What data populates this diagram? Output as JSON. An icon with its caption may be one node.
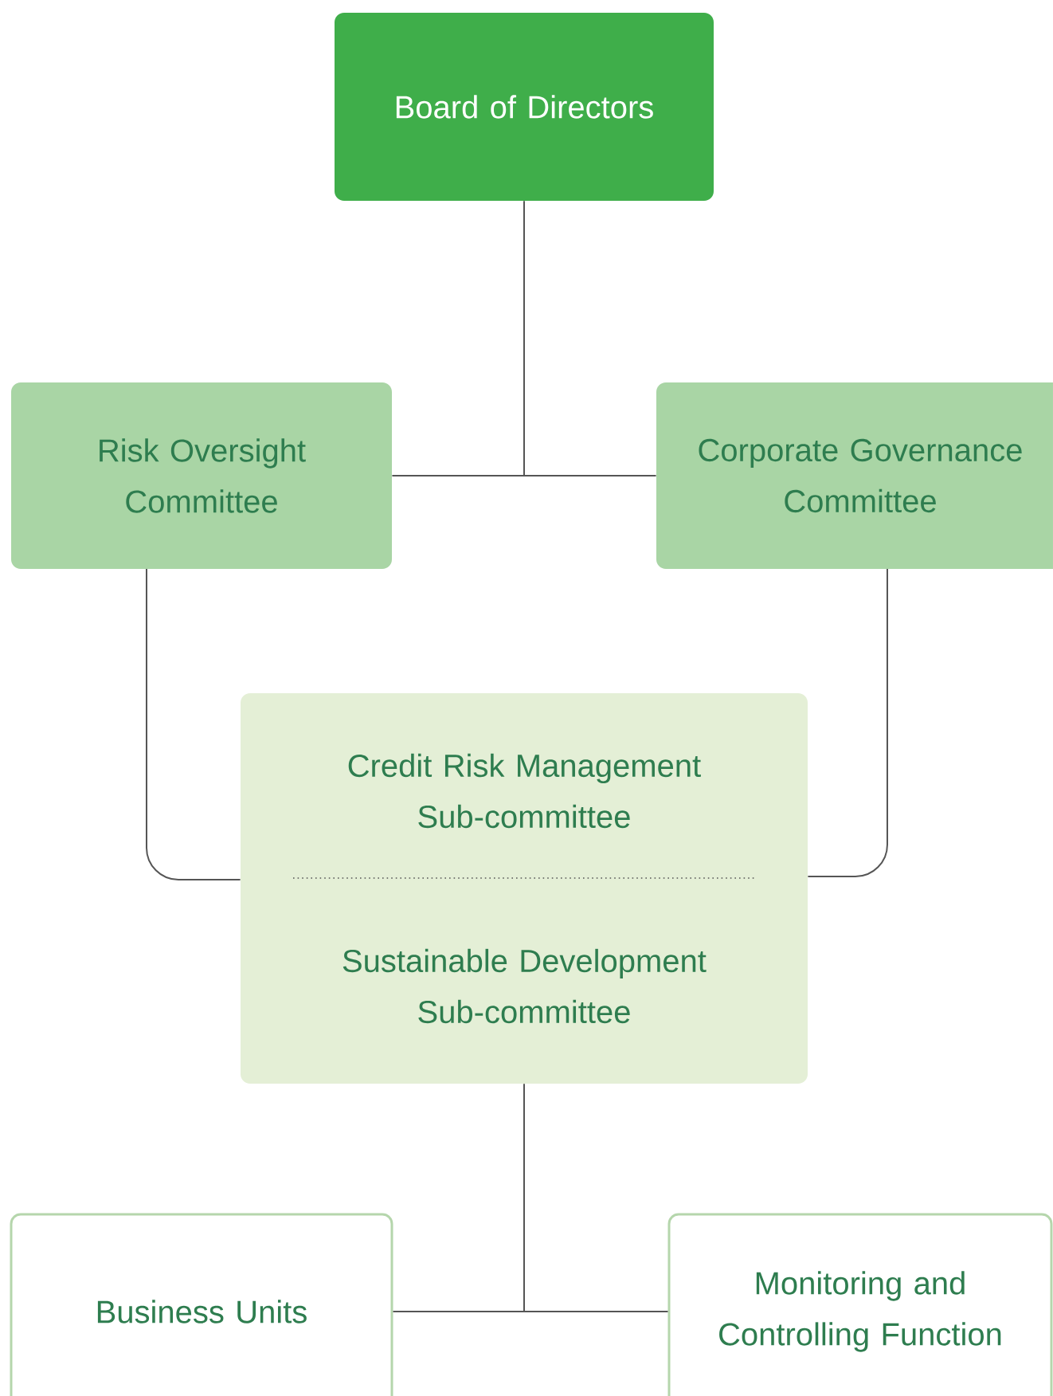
{
  "diagram": {
    "nodes": [
      {
        "text": [
          "Board of Directors"
        ]
      },
      {
        "text": [
          "Risk Oversight Committee"
        ]
      },
      {
        "text": [
          "Corporate Governance Committee"
        ]
      },
      {
        "text": [
          "Credit Risk Management Sub-committee",
          "Sustainable Development Sub-committee"
        ]
      },
      {
        "text": [
          "Business Units"
        ]
      },
      {
        "text": [
          "Monitoring and Controlling Function"
        ]
      }
    ],
    "edges": [
      {
        "from": 0,
        "to": 1,
        "arrow": "none"
      },
      {
        "from": 0,
        "to": 2,
        "arrow": "none"
      },
      {
        "from": 1,
        "to": 3,
        "arrow": "none"
      },
      {
        "from": 2,
        "to": 3,
        "arrow": "none"
      },
      {
        "from": 3,
        "to": 4,
        "arrow": "none"
      },
      {
        "from": 3,
        "to": 5,
        "arrow": "none"
      }
    ]
  }
}
